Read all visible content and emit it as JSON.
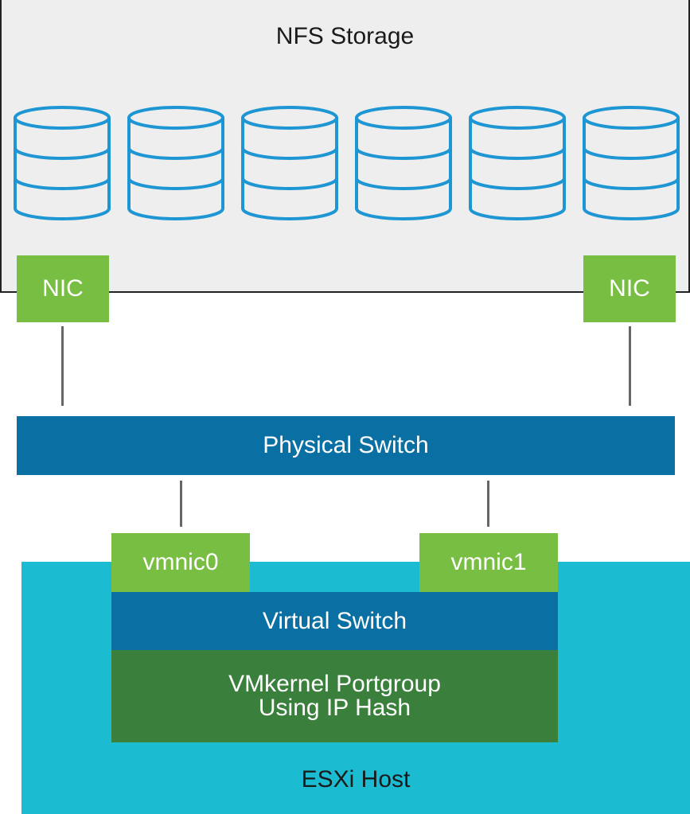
{
  "colors": {
    "storage_bg": "#eeeeee",
    "green_light": "#78be43",
    "blue_dark": "#0a6fa3",
    "cyan": "#1bbcd1",
    "green_dark": "#3a803c",
    "disk_stroke": "#1d96d3",
    "connector": "#666666"
  },
  "storage": {
    "title": "NFS Storage",
    "disk_icon": "database-cylinder-icon",
    "disk_count": 6
  },
  "nics": [
    {
      "label": "NIC"
    },
    {
      "label": "NIC"
    }
  ],
  "physical_switch": {
    "label": "Physical Switch"
  },
  "vmnics": [
    {
      "label": "vmnic0"
    },
    {
      "label": "vmnic1"
    }
  ],
  "virtual_switch": {
    "label": "Virtual Switch"
  },
  "portgroup": {
    "line1": "VMkernel Portgroup",
    "line2": "Using IP Hash"
  },
  "host": {
    "label": "ESXi Host"
  }
}
